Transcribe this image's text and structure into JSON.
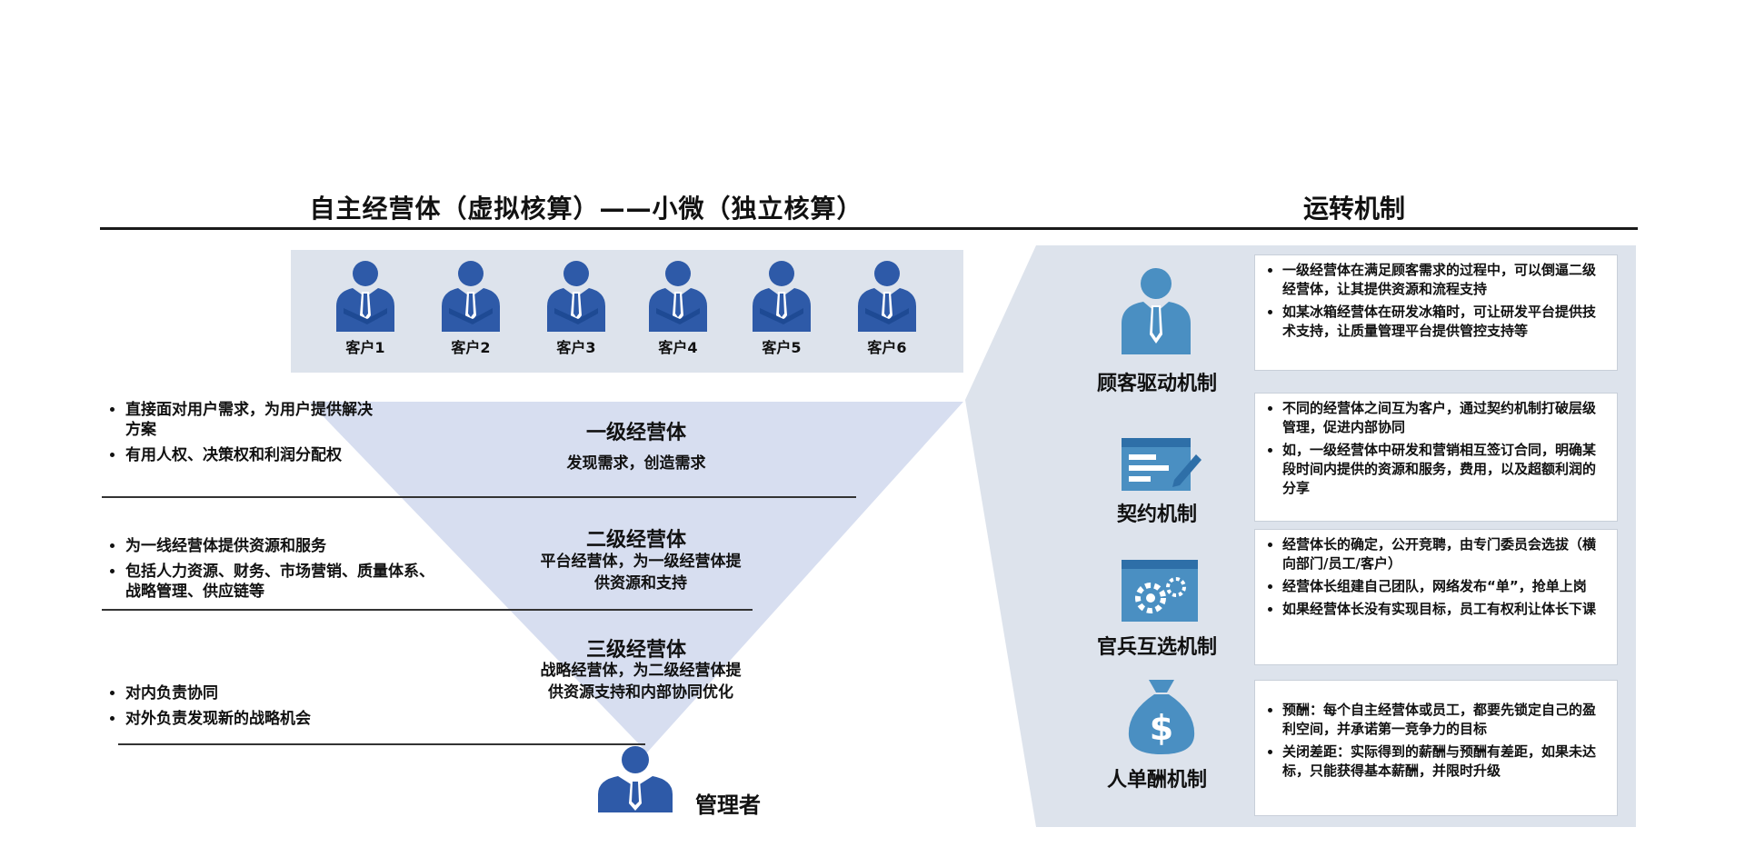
{
  "header": {
    "left_title": "自主经营体（虚拟核算）——小微（独立核算）",
    "right_title": "运转机制"
  },
  "customers": [
    {
      "label": "客户1",
      "icon": "person-icon"
    },
    {
      "label": "客户2",
      "icon": "person-icon"
    },
    {
      "label": "客户3",
      "icon": "person-icon"
    },
    {
      "label": "客户4",
      "icon": "person-icon"
    },
    {
      "label": "客户5",
      "icon": "person-icon"
    },
    {
      "label": "客户6",
      "icon": "person-icon"
    }
  ],
  "levels": [
    {
      "title": "一级经营体",
      "desc": "发现需求，创造需求",
      "bullets": [
        "直接面对用户需求，为用户提供解决方案",
        "有用人权、决策权和利润分配权"
      ]
    },
    {
      "title": "二级经营体",
      "desc": "平台经营体，为一级经营体提供资源和支持",
      "bullets": [
        "为一线经营体提供资源和服务",
        "包括人力资源、财务、市场营销、质量体系、战略管理、供应链等"
      ]
    },
    {
      "title": "三级经营体",
      "desc": "战略经营体，为二级经营体提供资源支持和内部协同优化",
      "bullets": [
        "对内负责协同",
        "对外负责发现新的战略机会"
      ]
    }
  ],
  "manager": {
    "label": "管理者",
    "icon": "manager-icon"
  },
  "mechanisms": [
    {
      "name": "顾客驱动机制",
      "icon": "customer-icon",
      "bullets": [
        "一级经营体在满足顾客需求的过程中，可以倒逼二级经营体，让其提供资源和流程支持",
        "如某冰箱经营体在研发冰箱时，可让研发平台提供技术支持，让质量管理平台提供管控支持等"
      ]
    },
    {
      "name": "契约机制",
      "icon": "contract-icon",
      "bullets": [
        "不同的经营体之间互为客户，通过契约机制打破层级管理，促进内部协同",
        "如，一级经营体中研发和营销相互签订合同，明确某段时间内提供的资源和服务，费用，以及超额利润的分享"
      ]
    },
    {
      "name": "官兵互选机制",
      "icon": "settings-window-icon",
      "bullets": [
        "经营体长的确定，公开竞聘，由专门委员会选拔（横向部门/员工/客户）",
        "经营体长组建自己团队，网络发布“单”，抢单上岗",
        "如果经营体长没有实现目标，员工有权利让体长下课"
      ]
    },
    {
      "name": "人单酬机制",
      "icon": "money-bag-icon",
      "bullets": [
        "预酬：每个自主经营体或员工，都要先锁定自己的盈利空间，并承诺第一竞争力的目标",
        "关闭差距：实际得到的薪酬与预酬有差距，如果未达标，只能获得基本薪酬，并限时升级"
      ]
    }
  ],
  "colors": {
    "icon_blue": "#2e5aa8",
    "icon_light": "#4a8fc2",
    "panel": "#dde3ec",
    "funnel": "#d7def0"
  }
}
